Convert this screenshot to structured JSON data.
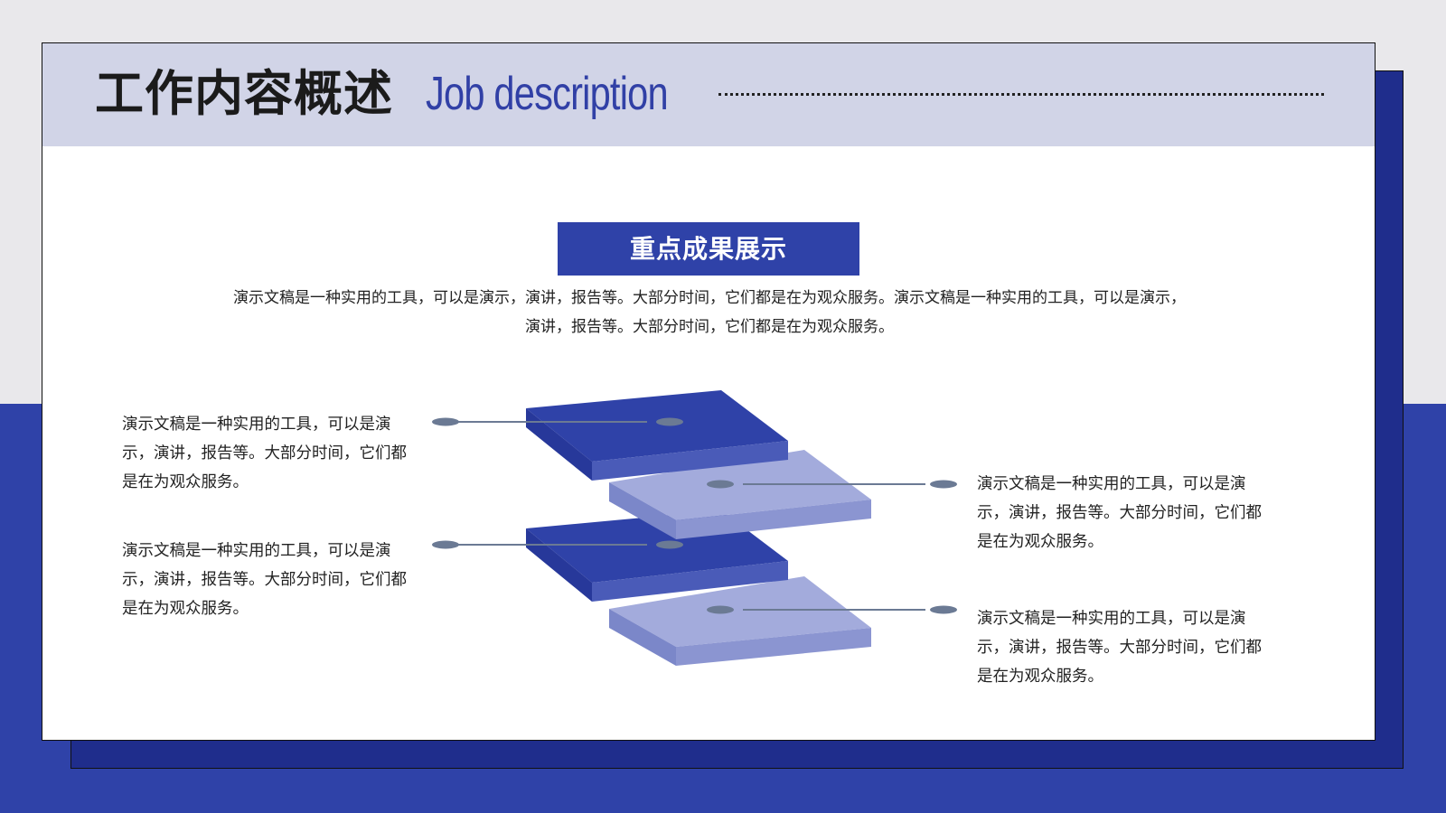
{
  "header": {
    "title_cn": "工作内容概述",
    "title_en": "Job description"
  },
  "section": {
    "label": "重点成果展示",
    "intro": "演示文稿是一种实用的工具，可以是演示，演讲，报告等。大部分时间，它们都是在为观众服务。演示文稿是一种实用的工具，可以是演示，演讲，报告等。大部分时间，它们都是在为观众服务。"
  },
  "items": [
    {
      "text": "演示文稿是一种实用的工具，可以是演示，演讲，报告等。大部分时间，它们都是在为观众服务。"
    },
    {
      "text": "演示文稿是一种实用的工具，可以是演示，演讲，报告等。大部分时间，它们都是在为观众服务。"
    },
    {
      "text": "演示文稿是一种实用的工具，可以是演示，演讲，报告等。大部分时间，它们都是在为观众服务。"
    },
    {
      "text": "演示文稿是一种实用的工具，可以是演示，演讲，报告等。大部分时间，它们都是在为观众服务。"
    }
  ],
  "colors": {
    "accent": "#2f42a8",
    "accent_dark": "#1f2d8c",
    "header_band": "#d1d4e7",
    "layer_light": "#8d97d3",
    "connector": "#6b7a94"
  }
}
